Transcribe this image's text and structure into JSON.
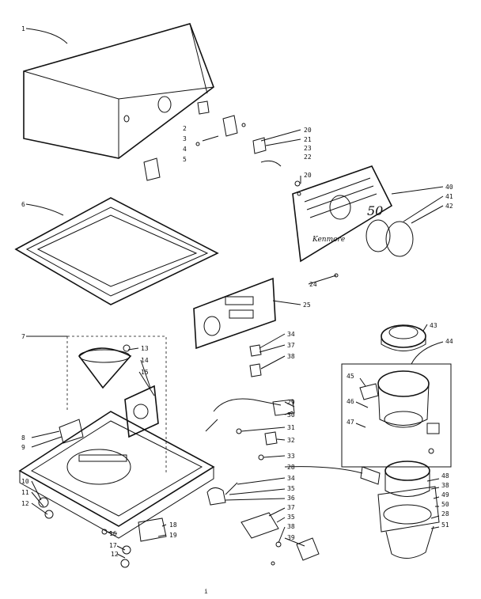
{
  "diagram": {
    "callouts": [
      "1",
      "2",
      "3",
      "4",
      "5",
      "6",
      "7",
      "8",
      "9",
      "10",
      "11",
      "12",
      "12",
      "13",
      "14",
      "15",
      "16",
      "17",
      "18",
      "19",
      "20",
      "21",
      "23",
      "22",
      "20",
      "40",
      "41",
      "42",
      "24",
      "25",
      "34",
      "37",
      "38",
      "43",
      "44",
      "45",
      "46",
      "47",
      "29",
      "30",
      "31",
      "32",
      "33",
      "28",
      "34",
      "35",
      "36",
      "37",
      "35",
      "38",
      "39",
      "48",
      "38",
      "49",
      "50",
      "28",
      "51"
    ],
    "cover_badge": "50",
    "cover_script": "Kenmore",
    "bottom_mark": "i"
  }
}
